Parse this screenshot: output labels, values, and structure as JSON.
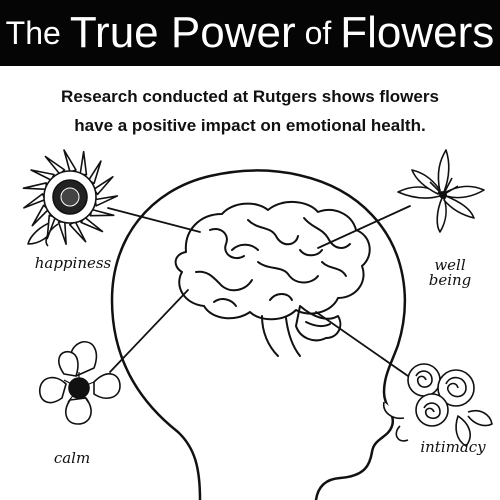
{
  "header": {
    "title_the": "The",
    "title_true_power": "True Power",
    "title_of": "of",
    "title_flowers": "Flowers"
  },
  "subtitle": {
    "line1": "Research conducted at Rutgers shows flowers",
    "line2": "have a positive impact on emotional health."
  },
  "labels": {
    "happiness": "happiness",
    "well": "well",
    "being": "being",
    "calm": "calm",
    "intimacy": "intimacy"
  },
  "colors": {
    "ink": "#111111",
    "header_bg": "#050505",
    "header_text": "#ffffff"
  }
}
